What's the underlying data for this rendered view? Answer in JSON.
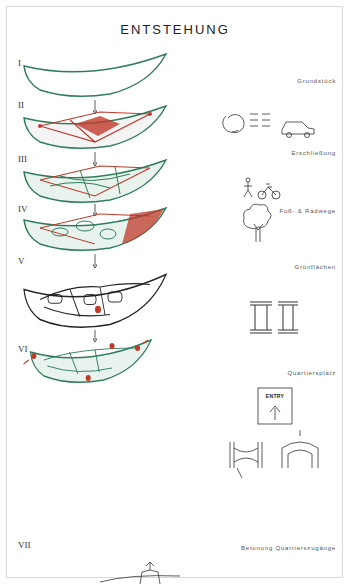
{
  "diagram": {
    "title": "ENTSTEHUNG",
    "labels": [
      "I",
      "Grundstück",
      "II",
      "Erschließung",
      "III",
      "Fuß- & Radwege",
      "IV",
      "Grünflächen",
      "V",
      "Quartiersplatz",
      "VI",
      "ENTRY",
      "VII",
      "Betonung Quartierszugänge"
    ]
  }
}
